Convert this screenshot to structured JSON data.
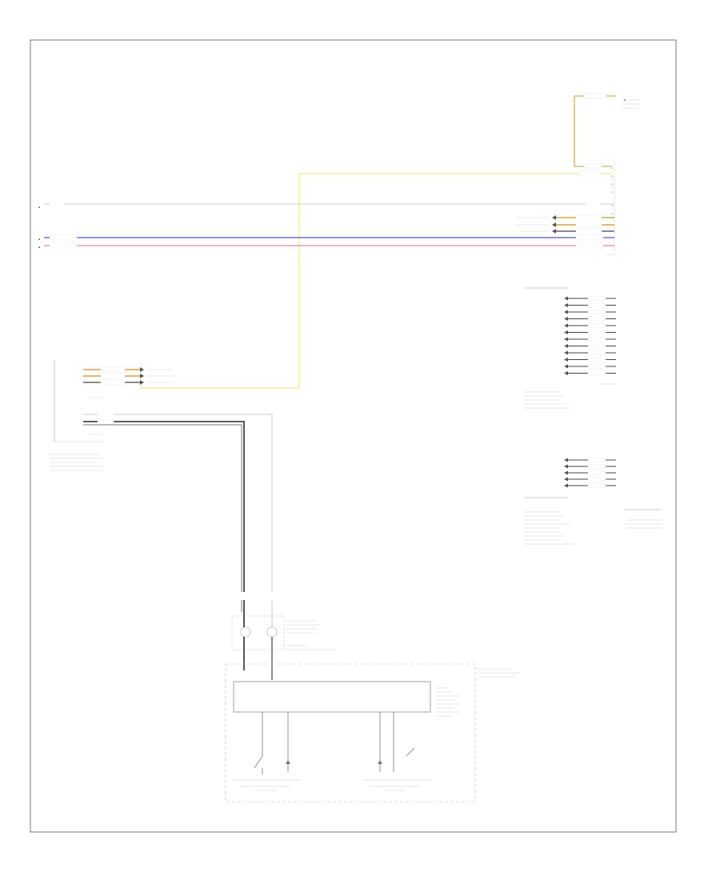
{
  "diagram": {
    "footer_code": "",
    "wire_colors": {
      "yellow": "#f2ef9a",
      "tan_yellow": "#d8c06a",
      "blue": "#6f6fd8",
      "red": "#e89a9a",
      "dark": "#444444",
      "orange": "#e0a030"
    },
    "components": [
      {
        "id": "steering-column-module"
      },
      {
        "id": "selector-lever-sensor-upper"
      },
      {
        "id": "selector-lever-sensor-lower"
      },
      {
        "id": "selector-lever-brake-label"
      },
      {
        "id": "steering-wheel-control-module"
      },
      {
        "id": "clock-spring"
      },
      {
        "id": "tiptronic-downshift-button"
      },
      {
        "id": "tiptronic-upshift-button"
      }
    ]
  }
}
